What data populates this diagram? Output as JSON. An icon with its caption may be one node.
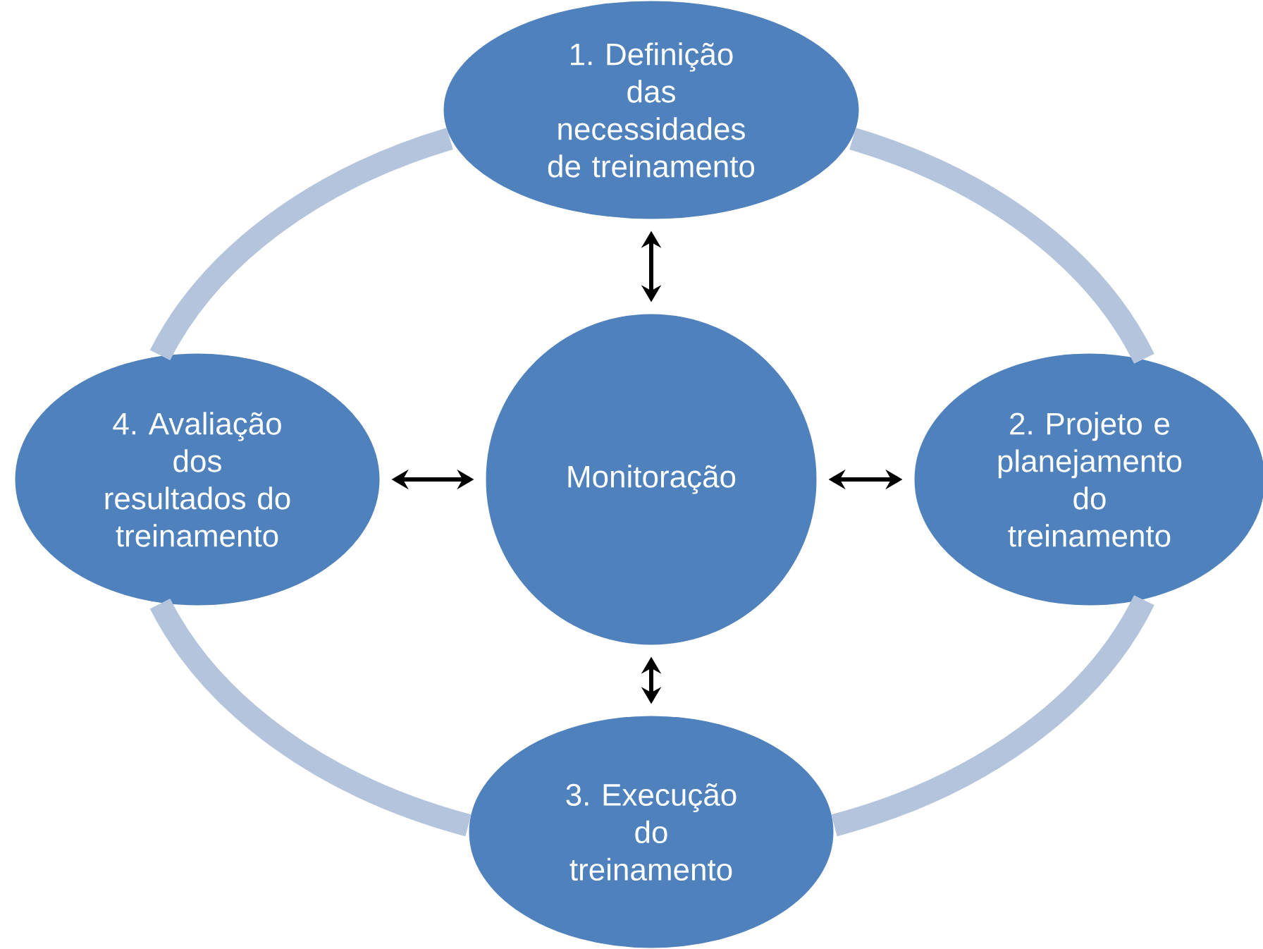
{
  "diagram": {
    "nodes": [
      {
        "text": [
          "1. Definição das necessidades de treinamento"
        ]
      },
      {
        "text": [
          "2. Projeto e planejamento do treinamento"
        ]
      },
      {
        "text": [
          "3. Execução do treinamento"
        ]
      },
      {
        "text": [
          "4. Avaliação dos resultados do treinamento"
        ]
      },
      {
        "text": [
          "Monitoração"
        ]
      }
    ],
    "edges": [
      {
        "from": 0,
        "to": 1,
        "arrow": "none",
        "style": "thick",
        "color": "#b4c4dc"
      },
      {
        "from": 1,
        "to": 2,
        "arrow": "none",
        "style": "thick",
        "color": "#b4c4dc"
      },
      {
        "from": 2,
        "to": 3,
        "arrow": "none",
        "style": "thick",
        "color": "#b4c4dc"
      },
      {
        "from": 3,
        "to": 0,
        "arrow": "none",
        "style": "thick",
        "color": "#b4c4dc"
      },
      {
        "from": 4,
        "to": 0,
        "arrow": "both",
        "color": "#000000"
      },
      {
        "from": 4,
        "to": 1,
        "arrow": "both",
        "color": "#000000"
      },
      {
        "from": 4,
        "to": 2,
        "arrow": "both",
        "color": "#000000"
      },
      {
        "from": 4,
        "to": 3,
        "arrow": "both",
        "color": "#000000"
      }
    ]
  }
}
